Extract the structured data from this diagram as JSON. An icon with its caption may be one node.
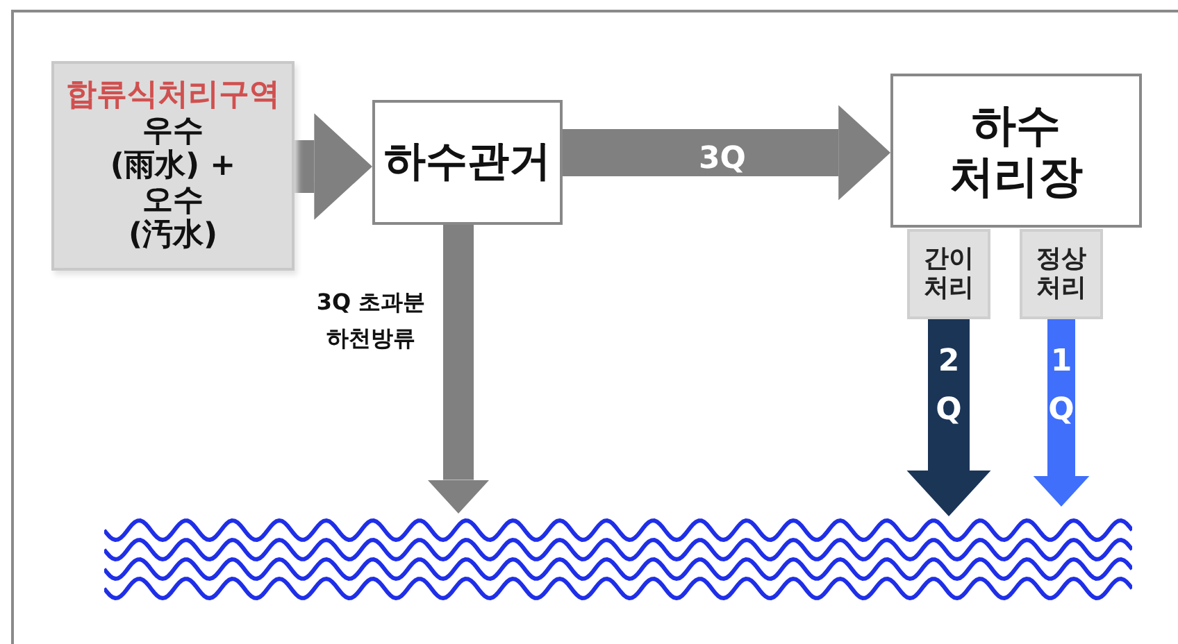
{
  "diagram": {
    "nodes": [
      {
        "text": [
          "합류식처리구역",
          "우수(雨水) + 오수(汚水)"
        ]
      },
      {
        "text": [
          "하수관거"
        ]
      },
      {
        "text": [
          "하수 처리장"
        ]
      },
      {
        "text": [
          "간이 처리"
        ]
      },
      {
        "text": [
          "정상 처리"
        ]
      },
      {
        "text": [],
        "shape": "waves"
      }
    ],
    "edges": [
      {
        "from": 0,
        "to": 1,
        "arrow": "to"
      },
      {
        "from": 1,
        "to": 2,
        "arrow": "to",
        "label": "3Q"
      },
      {
        "from": 1,
        "to": 5,
        "arrow": "to",
        "label": "3Q 초과분 하천방류"
      },
      {
        "from": 3,
        "to": 5,
        "arrow": "to",
        "label": "2 Q",
        "color": "#1b3557"
      },
      {
        "from": 4,
        "to": 5,
        "arrow": "to",
        "label": "1 Q",
        "color": "#3f6ffb"
      }
    ]
  }
}
